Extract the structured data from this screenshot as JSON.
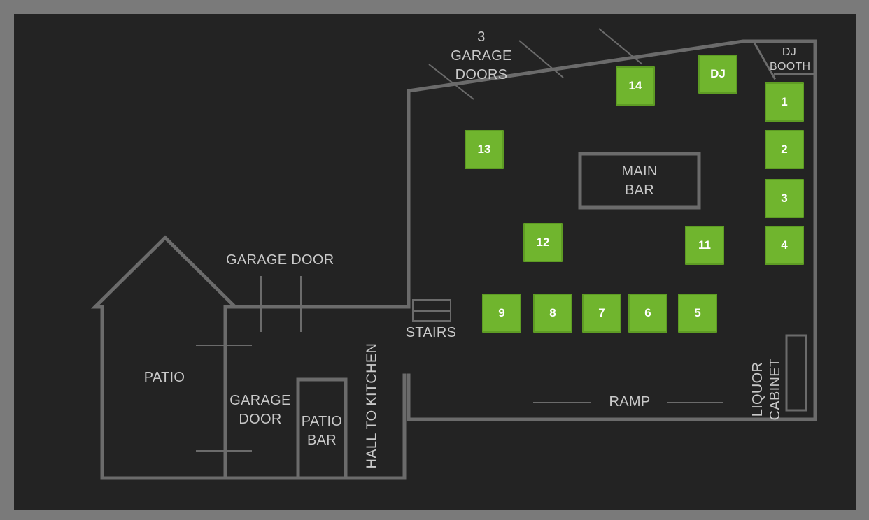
{
  "labels": {
    "garage_doors_top": "3 GARAGE\nDOORS",
    "dj_booth": "DJ\nBOOTH",
    "main_bar": "MAIN\nBAR",
    "garage_door_top": "GARAGE DOOR",
    "stairs": "STAIRS",
    "patio": "PATIO",
    "garage_door_left": "GARAGE\nDOOR",
    "patio_bar": "PATIO\nBAR",
    "hall_to_kitchen": "HALL TO KITCHEN",
    "ramp": "RAMP",
    "liquor_cabinet": "LIQUOR\nCABINET"
  },
  "tables": [
    "14",
    "DJ",
    "1",
    "13",
    "2",
    "3",
    "12",
    "11",
    "4",
    "9",
    "8",
    "7",
    "6",
    "5"
  ],
  "colors": {
    "table_fill": "#70b52e",
    "background": "#232323",
    "frame": "#7a7a7a",
    "wall": "#6b6b6b",
    "label_text": "#c9c9c9"
  }
}
